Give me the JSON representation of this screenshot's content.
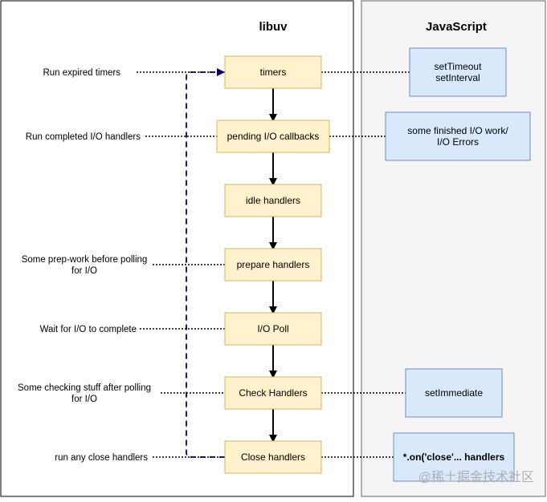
{
  "panels": {
    "libuv_title": "libuv",
    "js_title": "JavaScript"
  },
  "phases": [
    {
      "label": "timers"
    },
    {
      "label": "pending I/O callbacks"
    },
    {
      "label": "idle handlers"
    },
    {
      "label": "prepare handlers"
    },
    {
      "label": "I/O Poll"
    },
    {
      "label": "Check Handlers"
    },
    {
      "label": "Close handlers"
    }
  ],
  "annotations": [
    [
      "Run expired timers"
    ],
    [
      "Run completed I/O handlers"
    ],
    [],
    [
      "Some prep-work before polling",
      "for I/O"
    ],
    [
      "Wait for I/O to complete"
    ],
    [
      "Some checking stuff after polling",
      "for I/O"
    ],
    [
      "run any close handlers"
    ]
  ],
  "js_boxes": [
    [
      "setTimeout",
      "setInterval"
    ],
    [
      "some finished I/O work/",
      "I/O Errors"
    ],
    [],
    [],
    [],
    [
      "setImmediate"
    ],
    [
      "*.on('close'... handlers"
    ]
  ],
  "watermark": "@稀土掘金技术社区",
  "colors": {
    "phase_fill": "#fff2cc",
    "phase_stroke": "#d6b656",
    "js_fill": "#dae8fc",
    "js_stroke": "#6c8ebf",
    "loop_line": "#000066",
    "js_panel_fill": "#f5f5f5"
  }
}
